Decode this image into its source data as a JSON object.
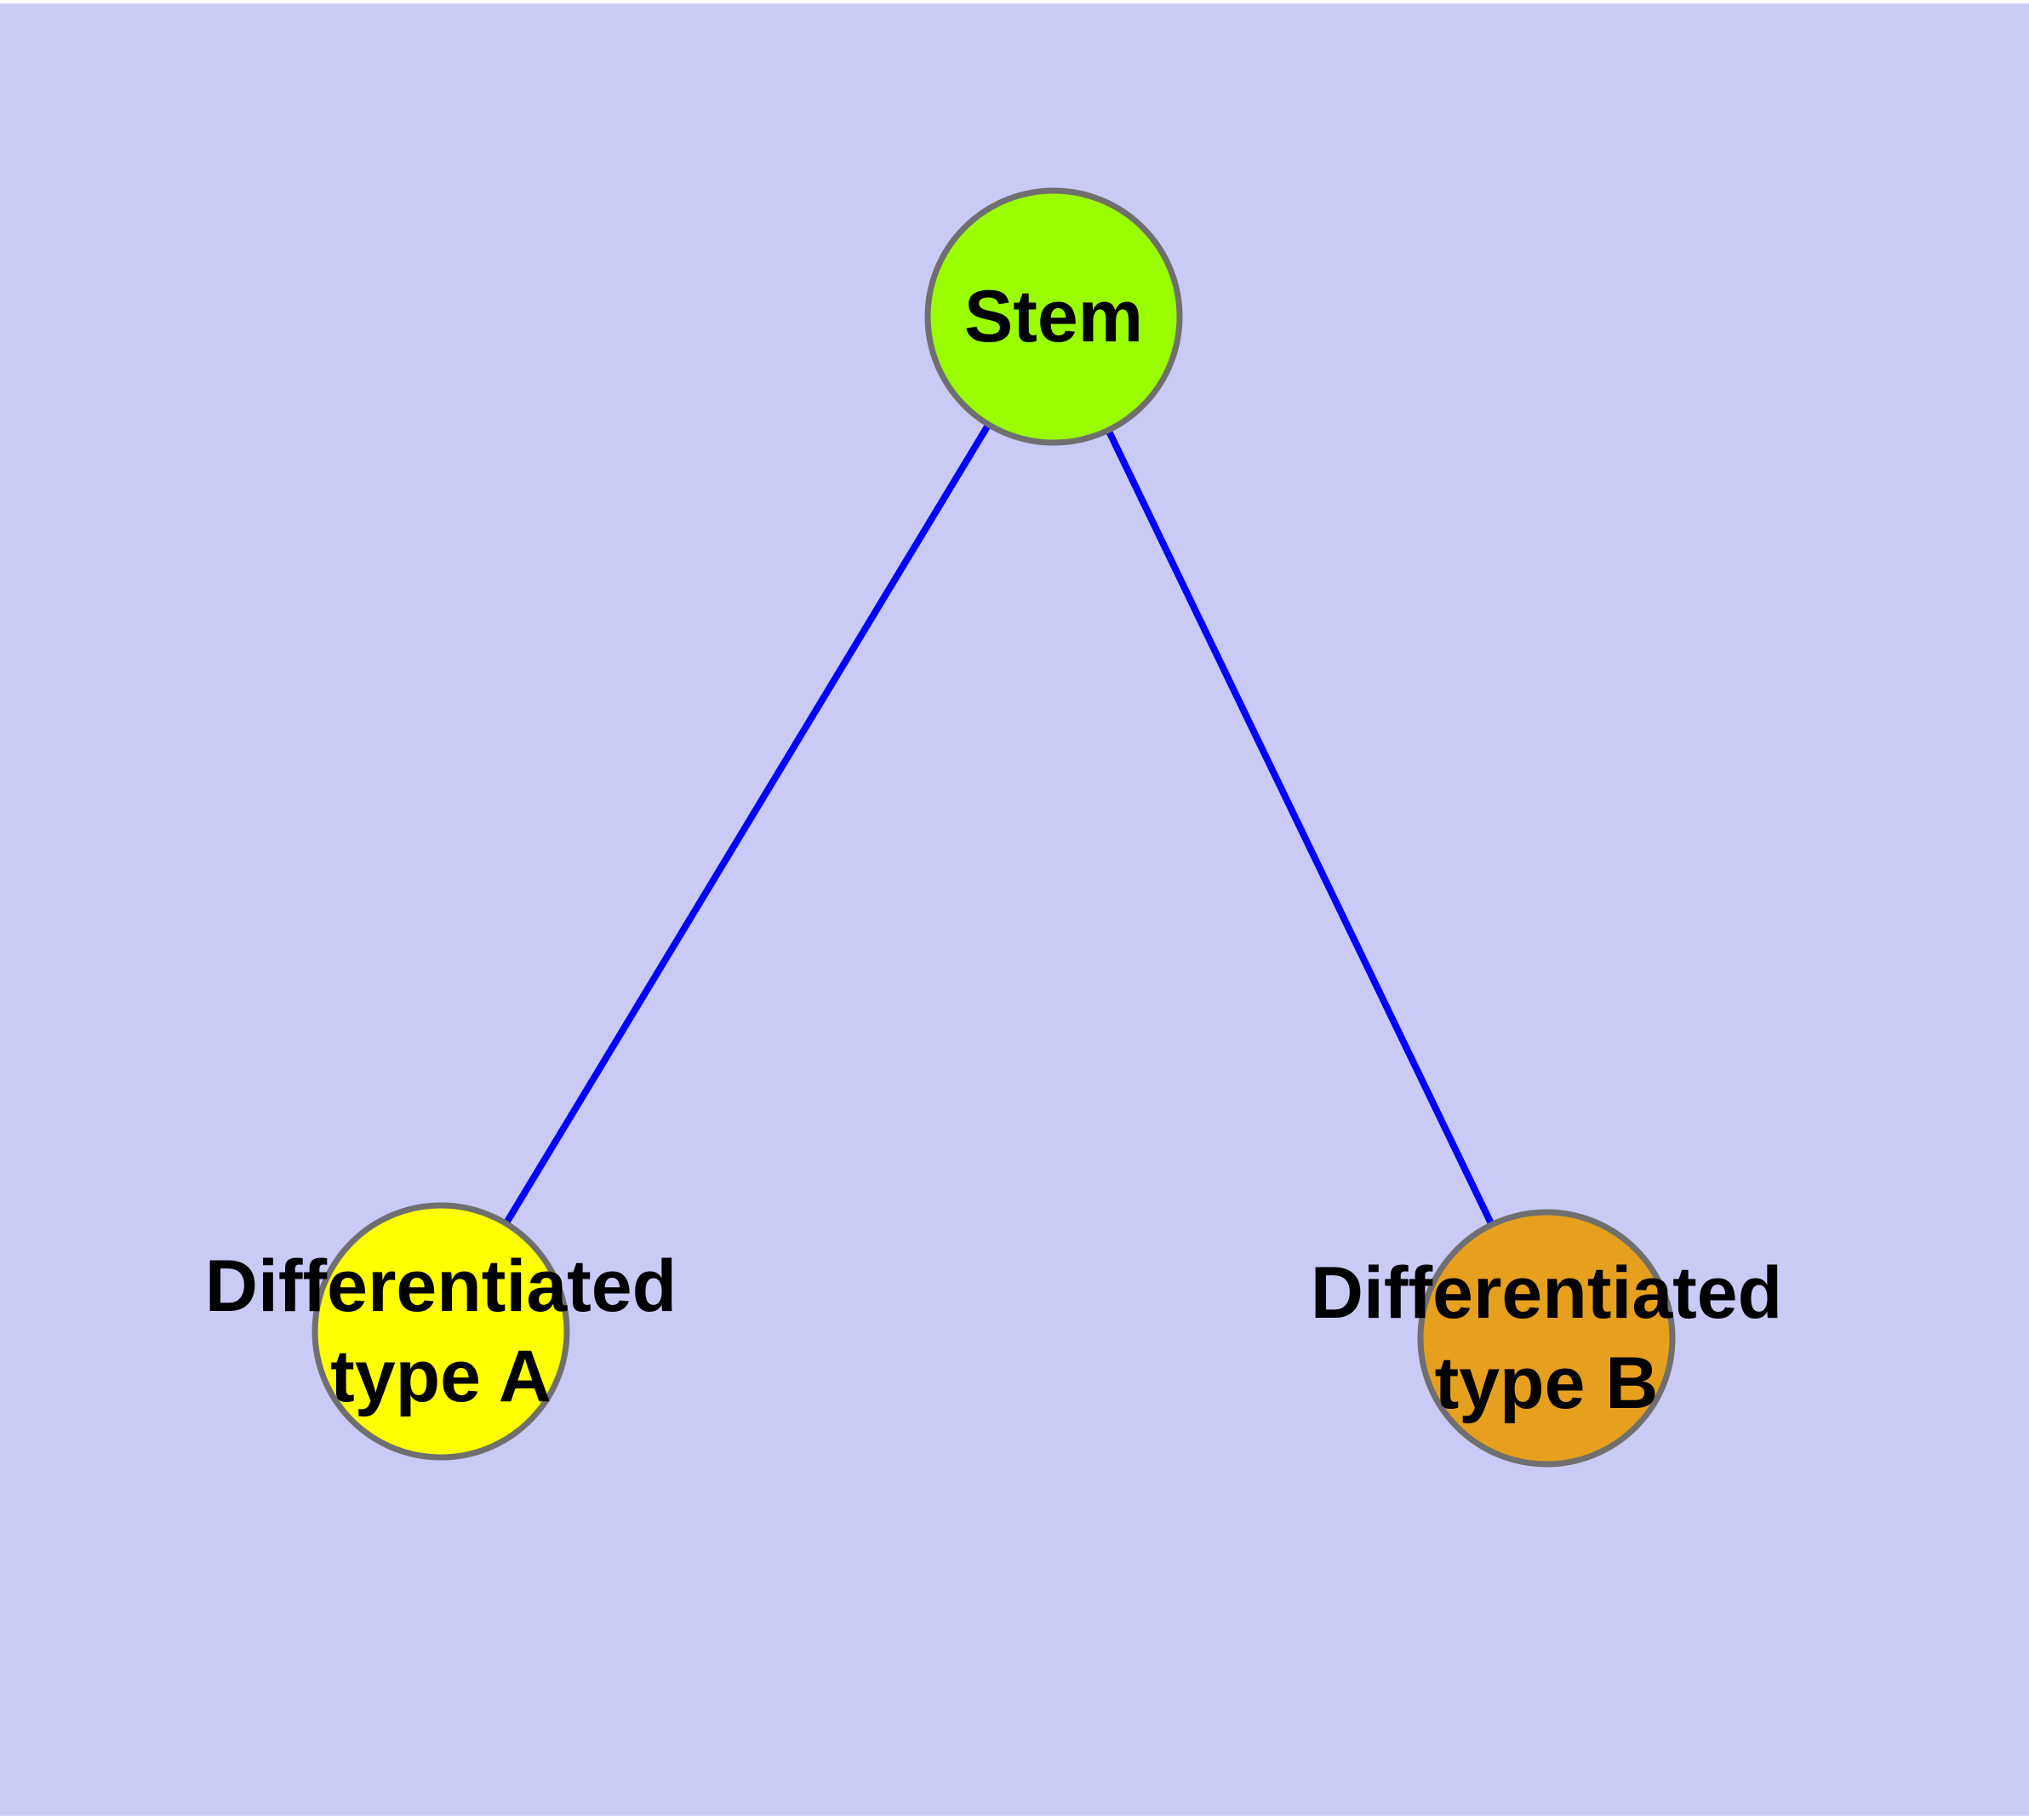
{
  "diagram": {
    "type": "node-link-graph",
    "description": "Stem cell differentiation diagram: one stem node connected to two differentiated cell type nodes"
  },
  "colors": {
    "background": "#CACAF7",
    "page_edge": "#FFFFFF",
    "edge": "#0000FF",
    "node_border": "#6F6F6F",
    "label_text": "#000000",
    "stem_fill": "#9AFE00",
    "type_a_fill": "#FFFF00",
    "type_b_fill": "#E6A01E"
  },
  "nodes": {
    "stem": {
      "id": "stem",
      "label": "Stem",
      "fill": "#9AFE00",
      "lines": [
        "Stem"
      ]
    },
    "type_a": {
      "id": "type_a",
      "label": "Differentiated type A",
      "fill": "#FFFF00",
      "lines": [
        "Differentiated",
        "type A"
      ]
    },
    "type_b": {
      "id": "type_b",
      "label": "Differentiated type B",
      "fill": "#E6A01E",
      "lines": [
        "Differentiated",
        "type B"
      ]
    }
  },
  "edges": [
    {
      "source": "stem",
      "target": "type_a"
    },
    {
      "source": "stem",
      "target": "type_b"
    }
  ]
}
